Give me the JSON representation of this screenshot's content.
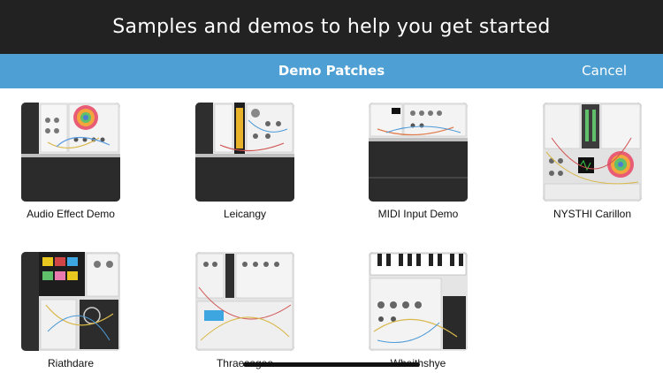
{
  "banner": {
    "text": "Samples and demos to help you get started"
  },
  "navbar": {
    "title": "Demo Patches",
    "cancel_label": "Cancel"
  },
  "patches": [
    {
      "label": "Audio Effect Demo"
    },
    {
      "label": "Leicangy"
    },
    {
      "label": "MIDI Input Demo"
    },
    {
      "label": "NYSTHI Carillon"
    },
    {
      "label": "Riathdare"
    },
    {
      "label": "Thraesageo"
    },
    {
      "label": "Wheithshye"
    }
  ],
  "colors": {
    "banner_bg": "#222222",
    "navbar_bg": "#4d9fd4",
    "text_white": "#ffffff"
  }
}
